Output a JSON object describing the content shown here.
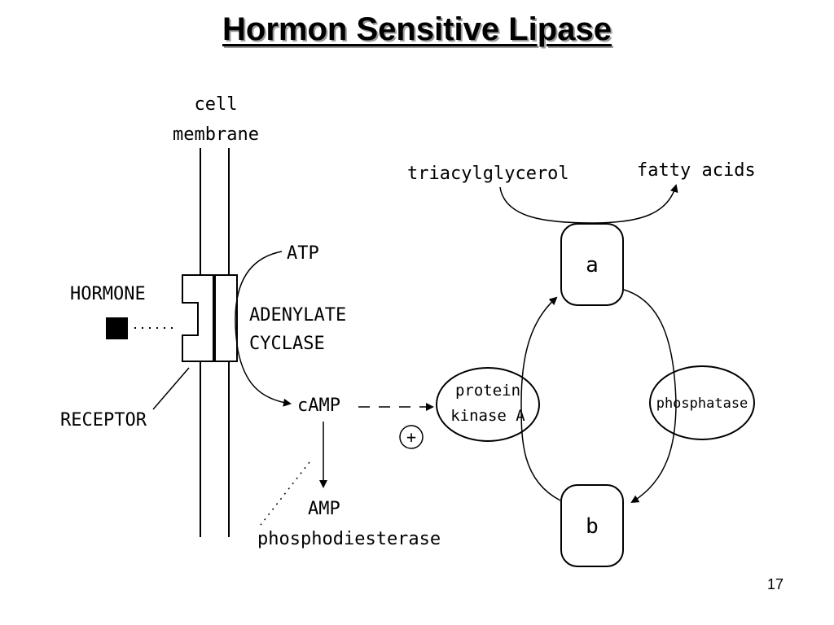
{
  "slide": {
    "title": "Hormon Sensitive Lipase",
    "number": "17"
  },
  "diagram": {
    "labels": {
      "cell_membrane_line1": "cell",
      "cell_membrane_line2": "membrane",
      "hormone": "HORMONE",
      "receptor": "RECEPTOR",
      "atp": "ATP",
      "adenylate_cyclase_line1": "ADENYLATE",
      "adenylate_cyclase_line2": "CYCLASE",
      "camp": "cAMP",
      "plus": "+",
      "amp": "AMP",
      "phosphodiesterase": "phosphodiesterase",
      "triacylglycerol": "triacylglycerol",
      "fatty_acids": "fatty acids",
      "form_a": "a",
      "form_b": "b",
      "protein_kinase_line1": "protein",
      "protein_kinase_line2": "kinase A",
      "phosphatase": "phosphatase"
    }
  }
}
